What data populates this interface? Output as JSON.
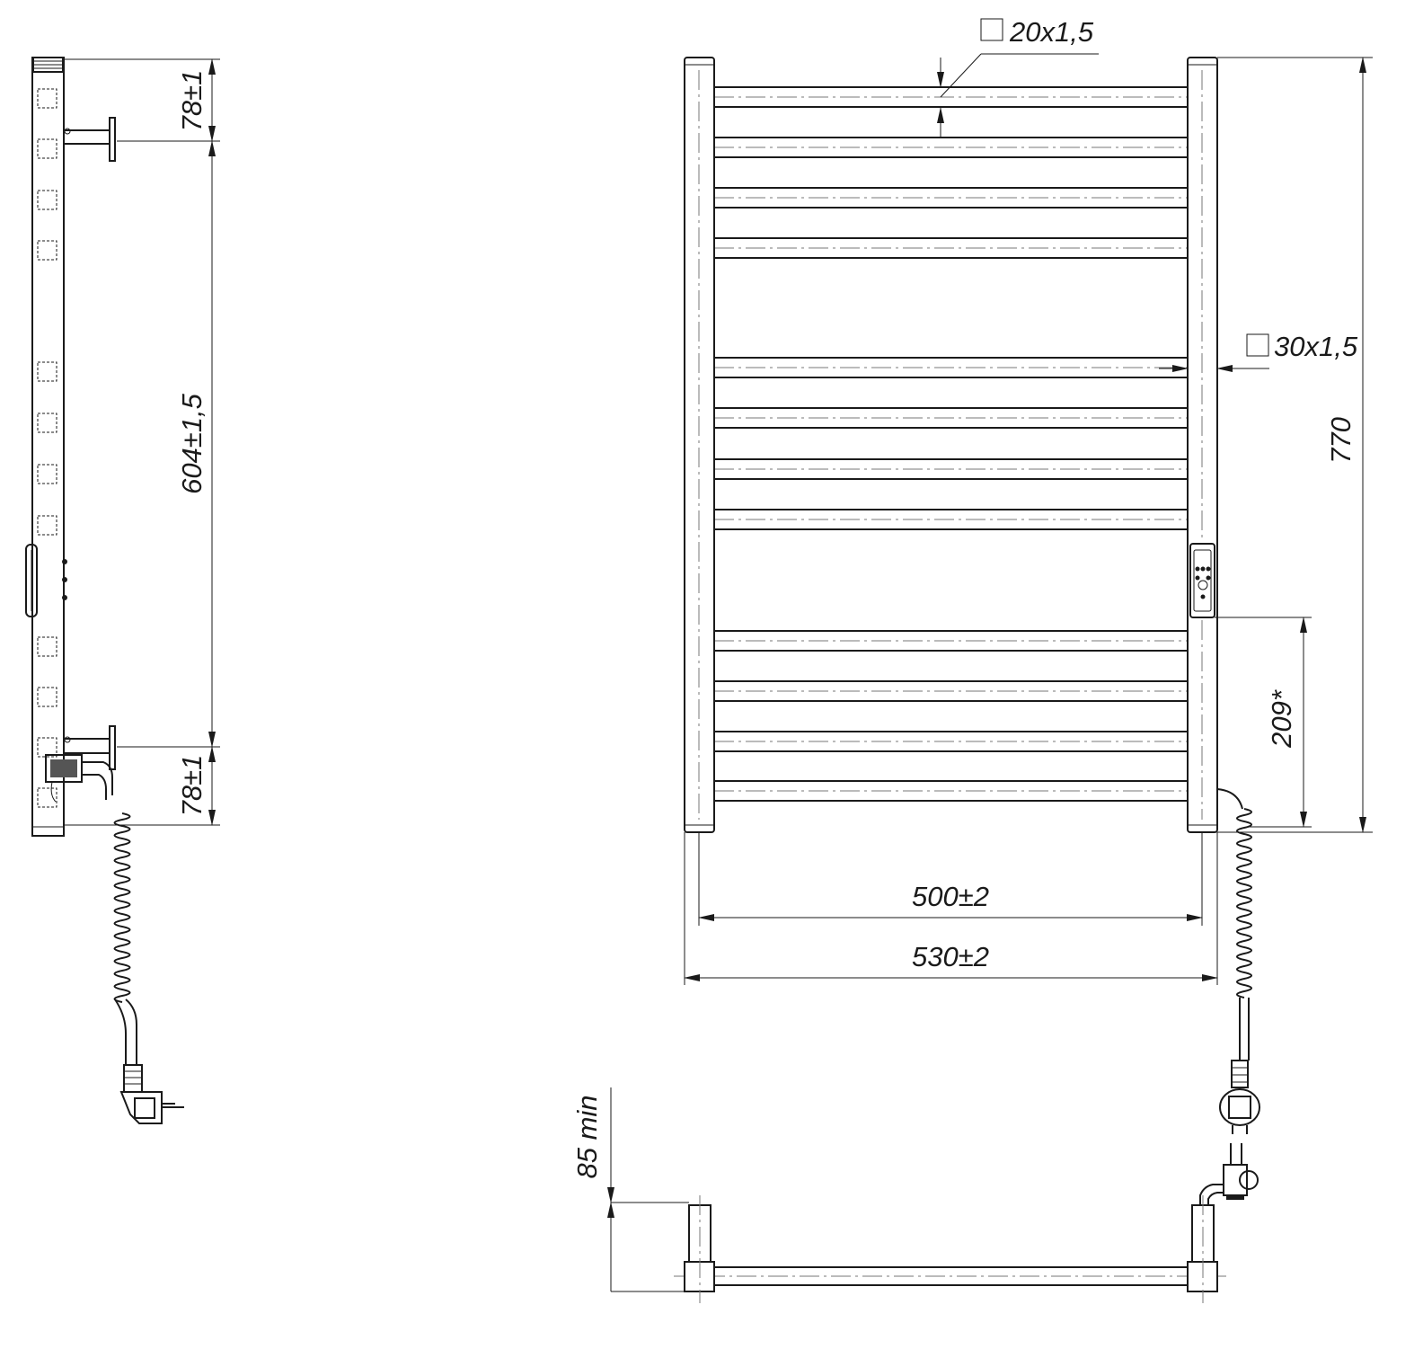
{
  "drawing": {
    "side_view": {
      "dim_top": "78±1",
      "dim_middle": "604±1,5",
      "dim_bottom": "78±1"
    },
    "front_view": {
      "bar_profile": "20x1,5",
      "collector_profile": "30x1,5",
      "height": "770",
      "controller_height": "209*",
      "inner_width": "500±2",
      "outer_width": "530±2"
    },
    "top_view": {
      "wall_distance": "85 min"
    }
  }
}
